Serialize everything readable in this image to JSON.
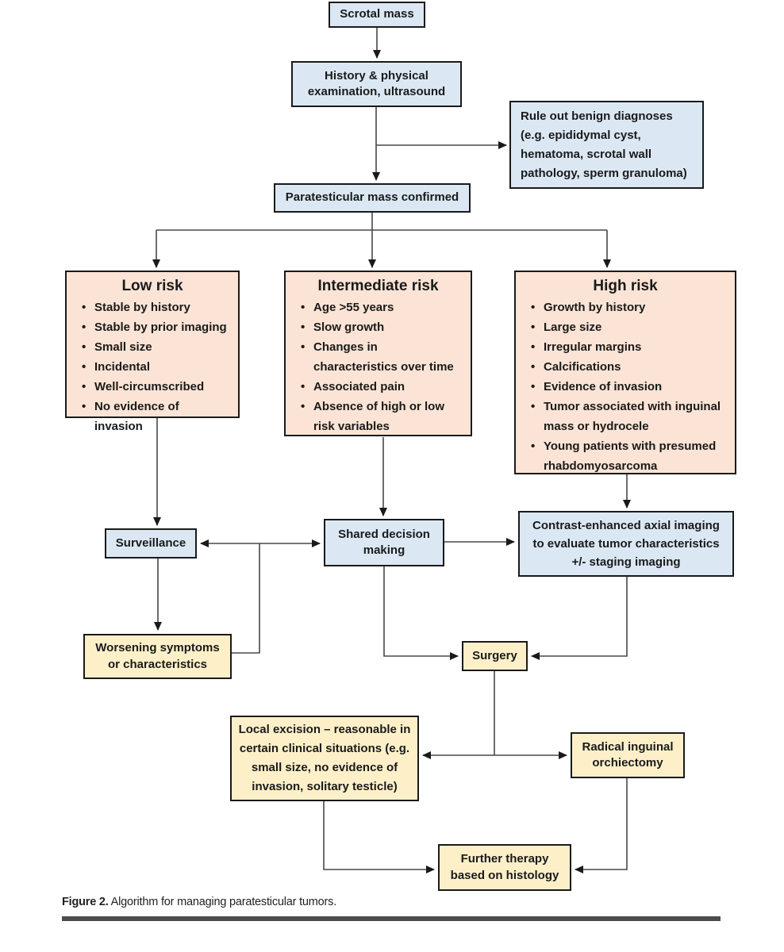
{
  "figure": {
    "caption_label": "Figure 2.",
    "caption_text": "Algorithm for managing paratesticular tumors."
  },
  "colors": {
    "blue_fill": "#dbe8f4",
    "peach_fill": "#fbe4d5",
    "yellow_fill": "#fdf0c9",
    "box_border": "#1a1a1a",
    "connector": "#484848"
  },
  "nodes": {
    "scrotal_mass": {
      "label": "Scrotal mass"
    },
    "history_physical": {
      "label": "History & physical examination, ultrasound"
    },
    "rule_out": {
      "label": "Rule out benign diagnoses (e.g. epididymal cyst, hematoma, scrotal wall pathology, sperm granuloma)"
    },
    "mass_confirmed": {
      "label": "Paratesticular mass confirmed"
    },
    "surveillance": {
      "label": "Surveillance"
    },
    "shared_decision": {
      "label": "Shared decision making"
    },
    "contrast_imaging": {
      "label": "Contrast-enhanced axial imaging to evaluate tumor characteristics +/- staging imaging"
    },
    "worsening": {
      "label": "Worsening symptoms or characteristics"
    },
    "surgery": {
      "label": "Surgery"
    },
    "local_excision": {
      "label": "Local excision – reasonable in certain clinical situations (e.g. small size, no evidence of invasion, solitary testicle)"
    },
    "radical_orchiectomy": {
      "label": "Radical inguinal orchiectomy"
    },
    "further_therapy": {
      "label": "Further therapy based on histology"
    }
  },
  "risk": [
    {
      "title": "Low risk",
      "items": [
        "Stable by history",
        "Stable by prior imaging",
        "Small size",
        "Incidental",
        "Well-circumscribed",
        "No evidence of invasion"
      ]
    },
    {
      "title": "Intermediate risk",
      "items": [
        "Age >55 years",
        "Slow growth",
        "Changes in characteristics over time",
        "Associated pain",
        "Absence of high or low risk variables"
      ]
    },
    {
      "title": "High risk",
      "items": [
        "Growth by history",
        "Large size",
        "Irregular margins",
        "Calcifications",
        "Evidence of invasion",
        "Tumor associated with inguinal mass or hydrocele",
        "Young patients with presumed rhabdomyosarcoma"
      ]
    }
  ]
}
